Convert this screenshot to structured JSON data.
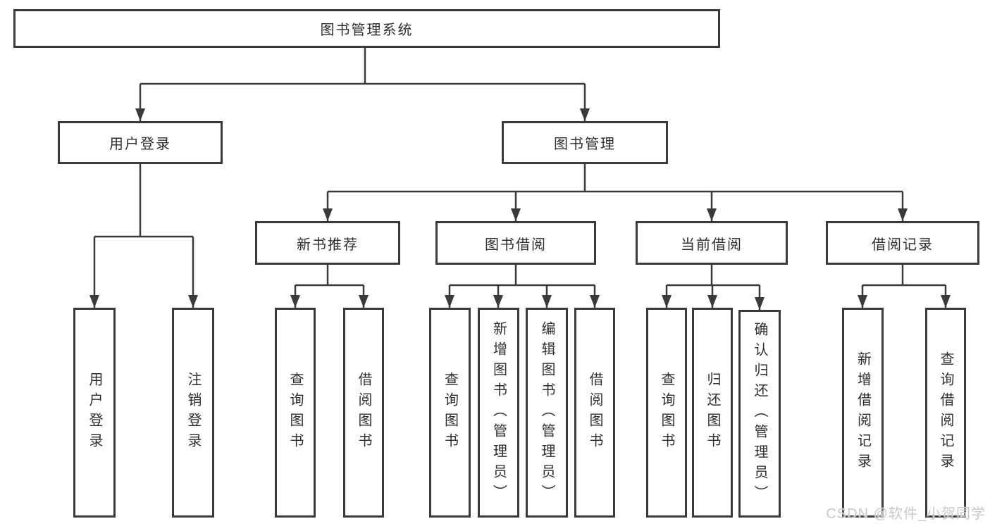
{
  "colors": {
    "line": "#3a3a3a",
    "box_border": "#3a3a3a",
    "text": "#2f2f2f",
    "watermark": "#c8c8c8"
  },
  "tree": {
    "root": {
      "label": "图书管理系统"
    },
    "level2": [
      {
        "id": "user-login",
        "label": "用户登录"
      },
      {
        "id": "book-management",
        "label": "图书管理"
      }
    ],
    "level3": [
      {
        "id": "new-book-recommend",
        "label": "新书推荐"
      },
      {
        "id": "book-borrowing",
        "label": "图书借阅"
      },
      {
        "id": "current-borrowing",
        "label": "当前借阅"
      },
      {
        "id": "borrowing-records",
        "label": "借阅记录"
      }
    ],
    "leaves": {
      "user_login": [
        "用户登录",
        "注销登录"
      ],
      "new_book_recommend": [
        "查询图书",
        "借阅图书"
      ],
      "book_borrowing": [
        "查询图书",
        "新增图书（管理员）",
        "编辑图书（管理员）",
        "借阅图书"
      ],
      "current_borrowing": [
        "查询图书",
        "归还图书",
        "确认归还（管理员）"
      ],
      "borrowing_records": [
        "新增借阅记录",
        "查询借阅记录"
      ]
    }
  },
  "watermark": {
    "text": "CSDN @软件_小贺同学"
  }
}
